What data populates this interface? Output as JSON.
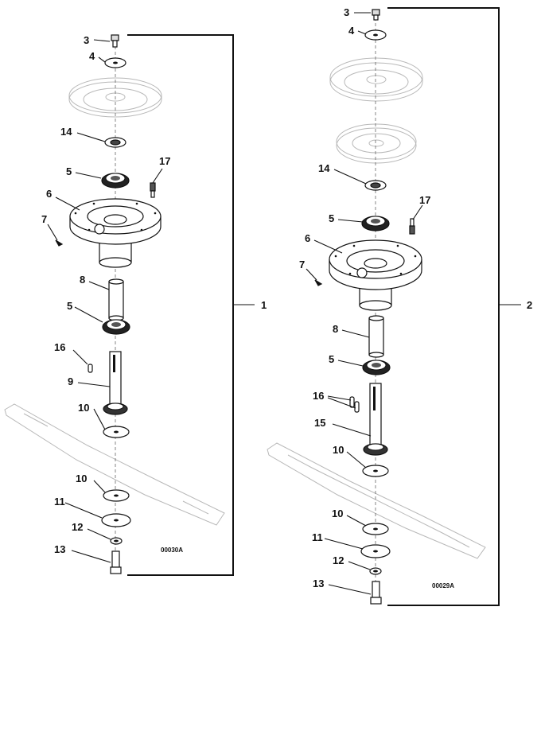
{
  "assemblies": [
    {
      "id": "1",
      "drawing_code": "00030A",
      "callouts": [
        "3",
        "4",
        "14",
        "5",
        "17",
        "6",
        "7",
        "8",
        "5",
        "16",
        "9",
        "10",
        "10",
        "11",
        "12",
        "13"
      ]
    },
    {
      "id": "2",
      "drawing_code": "00029A",
      "callouts": [
        "3",
        "4",
        "14",
        "5",
        "17",
        "6",
        "7",
        "8",
        "5",
        "16",
        "15",
        "10",
        "10",
        "11",
        "12",
        "13"
      ]
    }
  ]
}
